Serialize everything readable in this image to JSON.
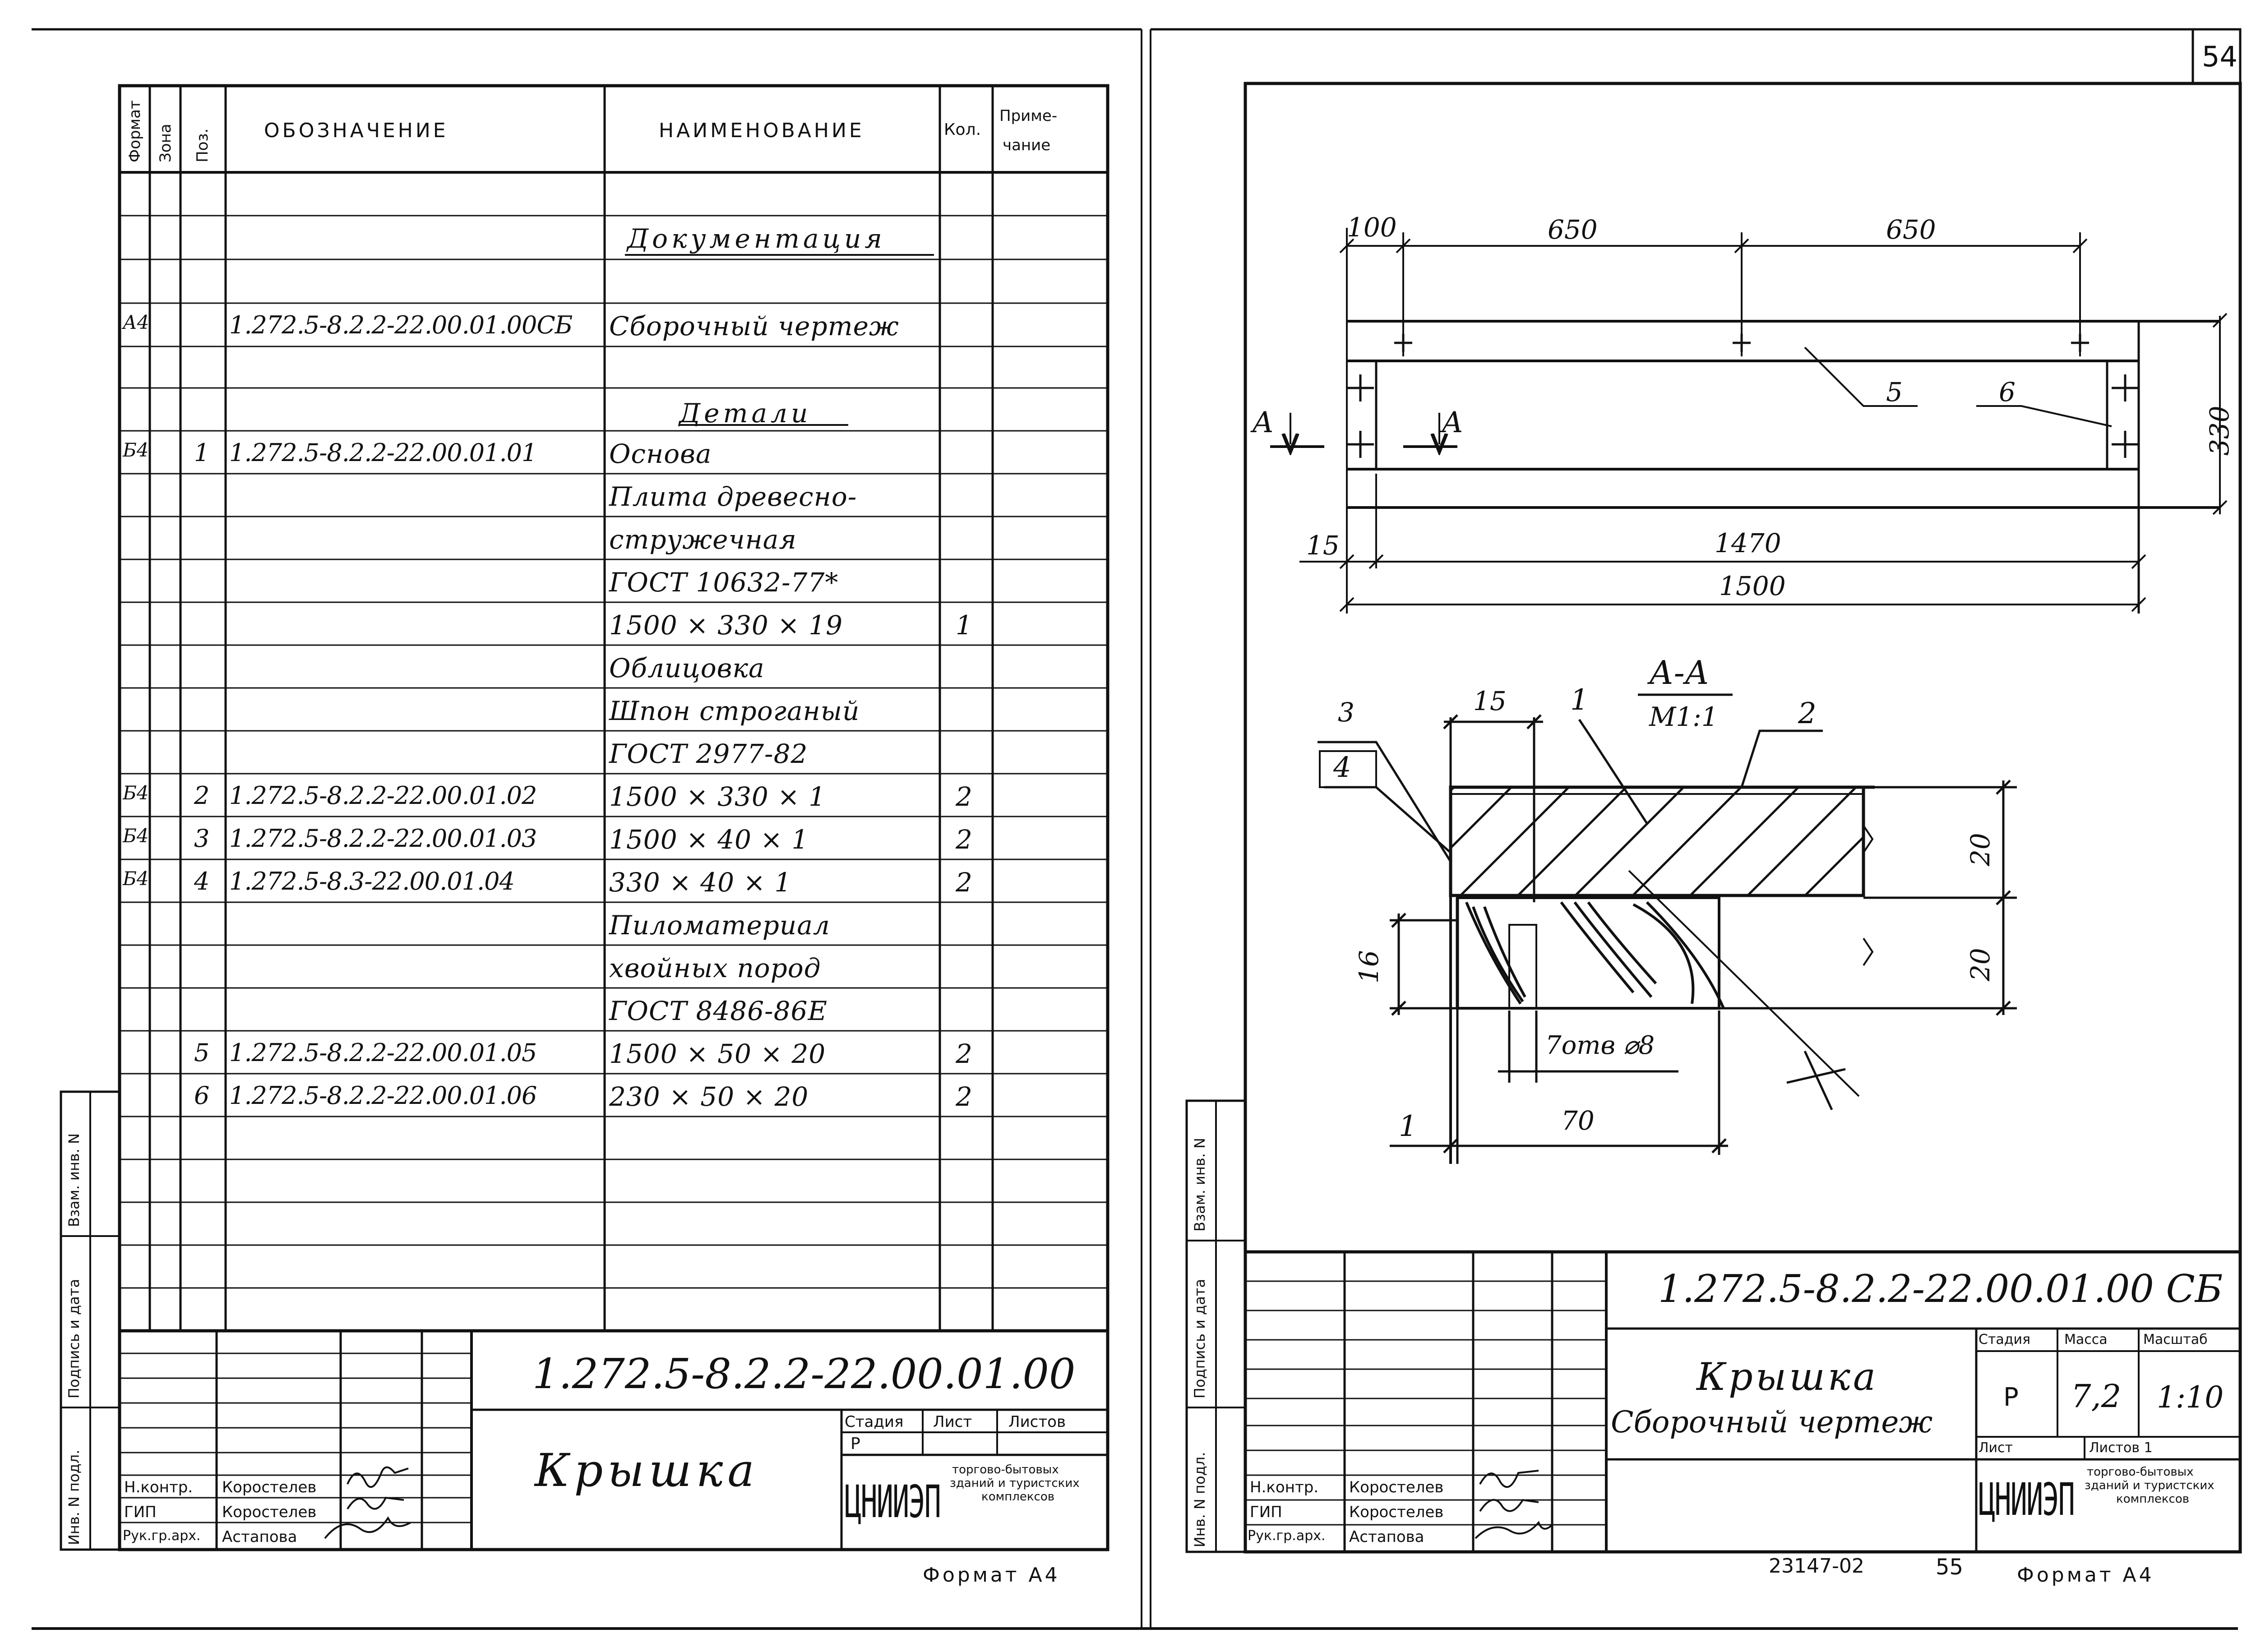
{
  "page_number": "54",
  "left_sheet": {
    "headers": {
      "format": "Формат",
      "zone": "Зона",
      "pos": "Поз.",
      "designation": "ОБОЗНАЧЕНИЕ",
      "name": "НАИМЕНОВАНИЕ",
      "qty": "Кол.",
      "note_line1": "Приме-",
      "note_line2": "чание"
    },
    "rows": [
      {
        "format": "",
        "pos": "",
        "designation": "",
        "name": "Документация",
        "qty": "",
        "underline": true
      },
      {
        "format": "А4",
        "pos": "",
        "designation": "1.272.5-8.2.2-22.00.01.00СБ",
        "name": "Сборочный чертеж",
        "qty": ""
      },
      {
        "format": "",
        "pos": "",
        "designation": "",
        "name": "Детали",
        "qty": "",
        "underline": true
      },
      {
        "format": "Б4",
        "pos": "1",
        "designation": "1.272.5-8.2.2-22.00.01.01",
        "name": "Основа",
        "qty": ""
      },
      {
        "format": "",
        "pos": "",
        "designation": "",
        "name": "Плита древесно-",
        "qty": ""
      },
      {
        "format": "",
        "pos": "",
        "designation": "",
        "name": "стружечная",
        "qty": ""
      },
      {
        "format": "",
        "pos": "",
        "designation": "",
        "name": "ГОСТ 10632-77*",
        "qty": ""
      },
      {
        "format": "",
        "pos": "",
        "designation": "",
        "name": "1500 × 330 × 19",
        "qty": "1"
      },
      {
        "format": "",
        "pos": "",
        "designation": "",
        "name": "Облицовка",
        "qty": ""
      },
      {
        "format": "",
        "pos": "",
        "designation": "",
        "name": "Шпон строганый",
        "qty": ""
      },
      {
        "format": "",
        "pos": "",
        "designation": "",
        "name": "ГОСТ 2977-82",
        "qty": ""
      },
      {
        "format": "Б4",
        "pos": "2",
        "designation": "1.272.5-8.2.2-22.00.01.02",
        "name": "1500 × 330 × 1",
        "qty": "2"
      },
      {
        "format": "Б4",
        "pos": "3",
        "designation": "1.272.5-8.2.2-22.00.01.03",
        "name": "1500 × 40 × 1",
        "qty": "2"
      },
      {
        "format": "Б4",
        "pos": "4",
        "designation": "1.272.5-8.3-22.00.01.04",
        "name": "330 × 40 × 1",
        "qty": "2"
      },
      {
        "format": "",
        "pos": "",
        "designation": "",
        "name": "Пиломатериал",
        "qty": ""
      },
      {
        "format": "",
        "pos": "",
        "designation": "",
        "name": "хвойных пород",
        "qty": ""
      },
      {
        "format": "",
        "pos": "",
        "designation": "",
        "name": "ГОСТ 8486-86Е",
        "qty": ""
      },
      {
        "format": "",
        "pos": "5",
        "designation": "1.272.5-8.2.2-22.00.01.05",
        "name": "1500 × 50 × 20",
        "qty": "2"
      },
      {
        "format": "",
        "pos": "6",
        "designation": "1.272.5-8.2.2-22.00.01.06",
        "name": "230 × 50 × 20",
        "qty": "2"
      }
    ],
    "side_labels": [
      "Взам. инв. N",
      "Подпись и дата",
      "Инв. N подл."
    ],
    "title_block": {
      "code": "1.272.5-8.2.2-22.00.01.00",
      "title": "Крышка",
      "stage_label": "Стадия",
      "sheet_label": "Лист",
      "sheets_label": "Листов",
      "stage_value": "Р",
      "org_logo": "ЦНИИЭП",
      "org_name_1": "торгово-бытовых",
      "org_name_2": "зданий и туристских",
      "org_name_3": "комплексов",
      "roles": [
        "Н.контр.",
        "ГИП",
        "Рук.гр.арх."
      ],
      "names": [
        "Коростелев",
        "Коростелев",
        "Астапова"
      ]
    },
    "format_label": "Формат А4"
  },
  "right_sheet": {
    "plan_dims": {
      "d100": "100",
      "d650a": "650",
      "d650b": "650",
      "d330": "330",
      "d15": "15",
      "d1470": "1470",
      "d1500": "1500",
      "section_letter": "А",
      "leader_5": "5",
      "leader_6": "6"
    },
    "section": {
      "title": "А-А",
      "scale": "М1:1",
      "d15": "15",
      "d20a": "20",
      "d20b": "20",
      "d16": "16",
      "d70": "70",
      "holes": "7отв ⌀8",
      "leaders": [
        "3",
        "4",
        "1",
        "2",
        "1"
      ]
    },
    "side_labels": [
      "Взам. инв. N",
      "Подпись и дата",
      "Инв. N подл."
    ],
    "title_block": {
      "code": "1.272.5-8.2.2-22.00.01.00 СБ",
      "title_1": "Крышка",
      "title_2": "Сборочный чертеж",
      "stage_label": "Стадия",
      "mass_label": "Масса",
      "scale_label": "Масштаб",
      "stage_value": "Р",
      "mass_value": "7,2",
      "scale_value": "1:10",
      "sheet_label": "Лист",
      "sheets_label": "Листов 1",
      "org_logo": "ЦНИИЭП",
      "org_name_1": "торгово-бытовых",
      "org_name_2": "зданий и туристских",
      "org_name_3": "комплексов",
      "roles": [
        "Н.контр.",
        "ГИП",
        "Рук.гр.арх."
      ],
      "names": [
        "Коростелев",
        "Коростелев",
        "Астапова"
      ]
    },
    "archive_no": "23147-02",
    "page_no": "55",
    "format_label": "Формат А4"
  }
}
